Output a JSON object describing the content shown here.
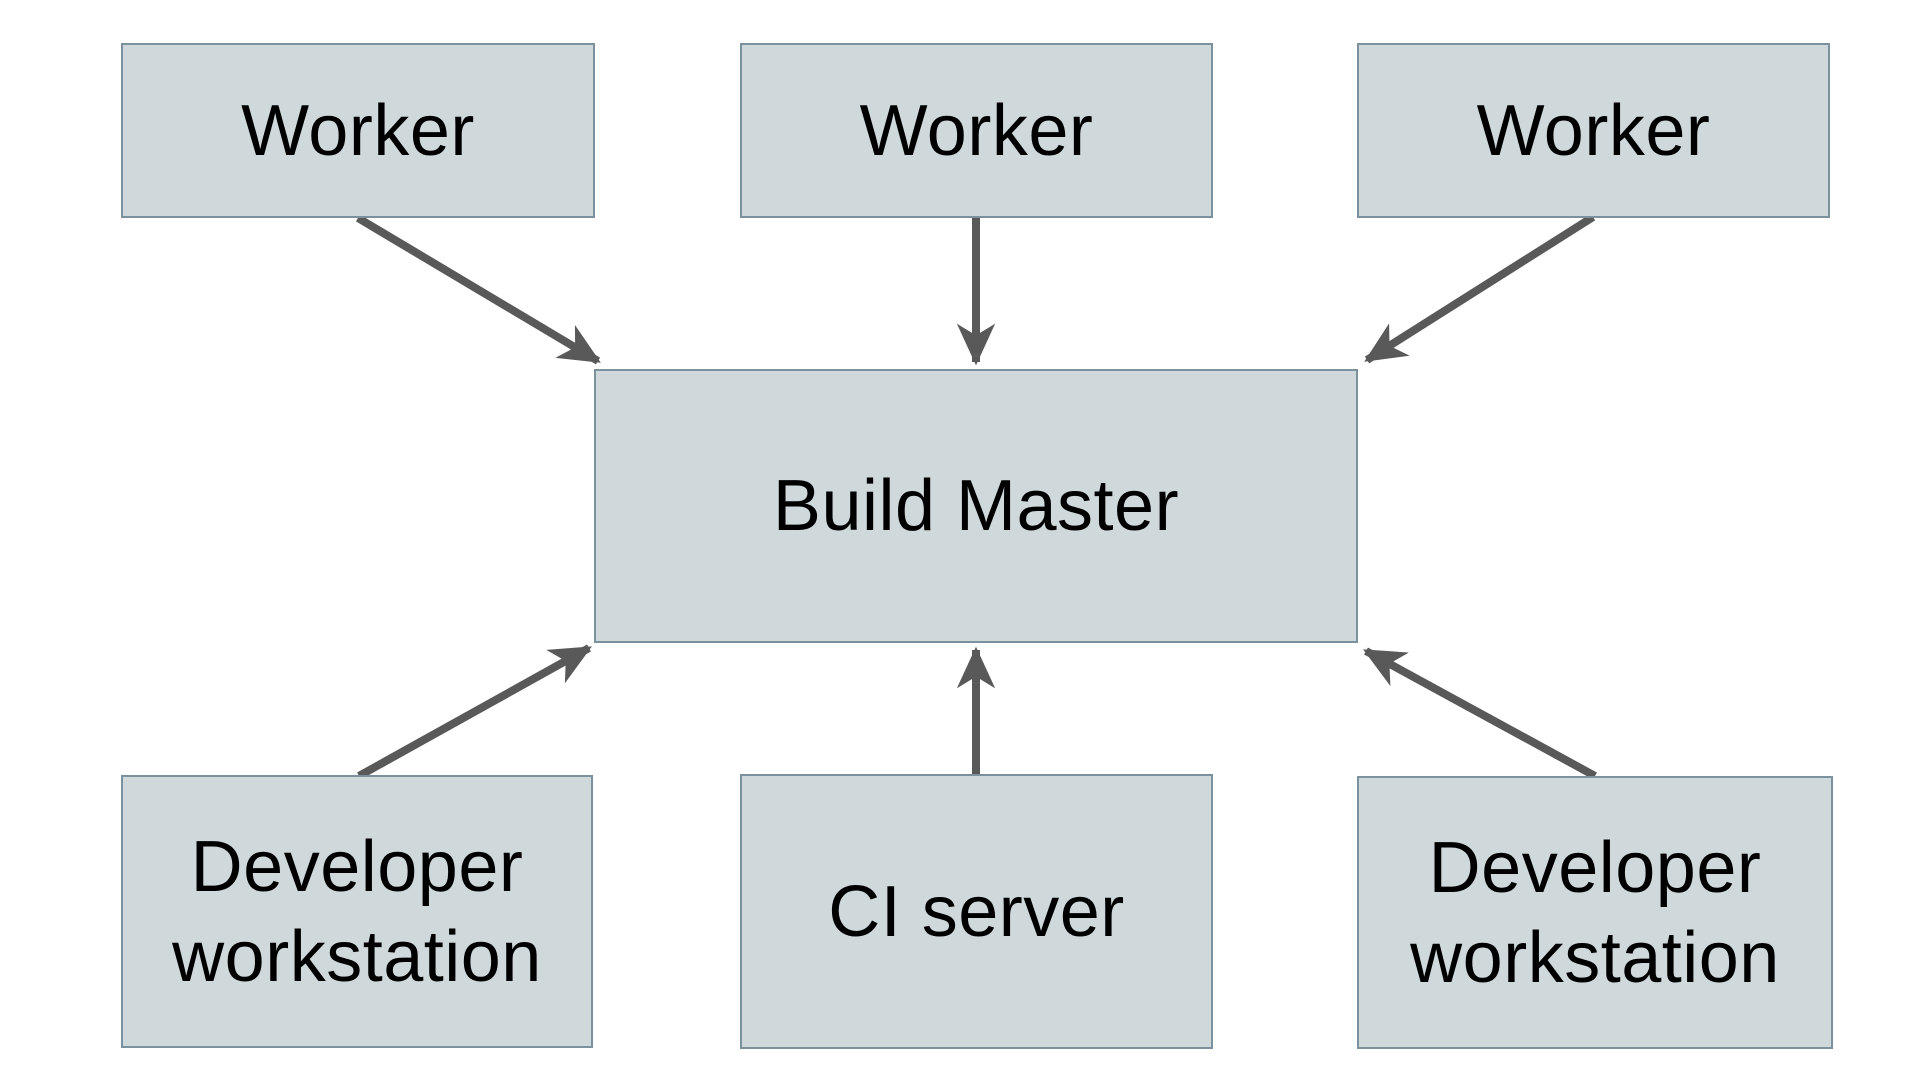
{
  "diagram": {
    "nodes": [
      {
        "id": "worker-left",
        "label": "Worker"
      },
      {
        "id": "worker-center",
        "label": "Worker"
      },
      {
        "id": "worker-right",
        "label": "Worker"
      },
      {
        "id": "build-master",
        "label": "Build Master"
      },
      {
        "id": "developer-workstation-left",
        "label": "Developer workstation"
      },
      {
        "id": "ci-server",
        "label": "CI server"
      },
      {
        "id": "developer-workstation-right",
        "label": "Developer workstation"
      }
    ],
    "edges": [
      {
        "from": "worker-left",
        "to": "build-master"
      },
      {
        "from": "worker-center",
        "to": "build-master"
      },
      {
        "from": "worker-right",
        "to": "build-master"
      },
      {
        "from": "developer-workstation-left",
        "to": "build-master"
      },
      {
        "from": "ci-server",
        "to": "build-master"
      },
      {
        "from": "developer-workstation-right",
        "to": "build-master"
      }
    ],
    "colors": {
      "background": "#ffffff",
      "node_fill": "#cfd8da",
      "node_border": "#7b929e",
      "arrow": "#595959",
      "label_text": "#000000"
    }
  }
}
